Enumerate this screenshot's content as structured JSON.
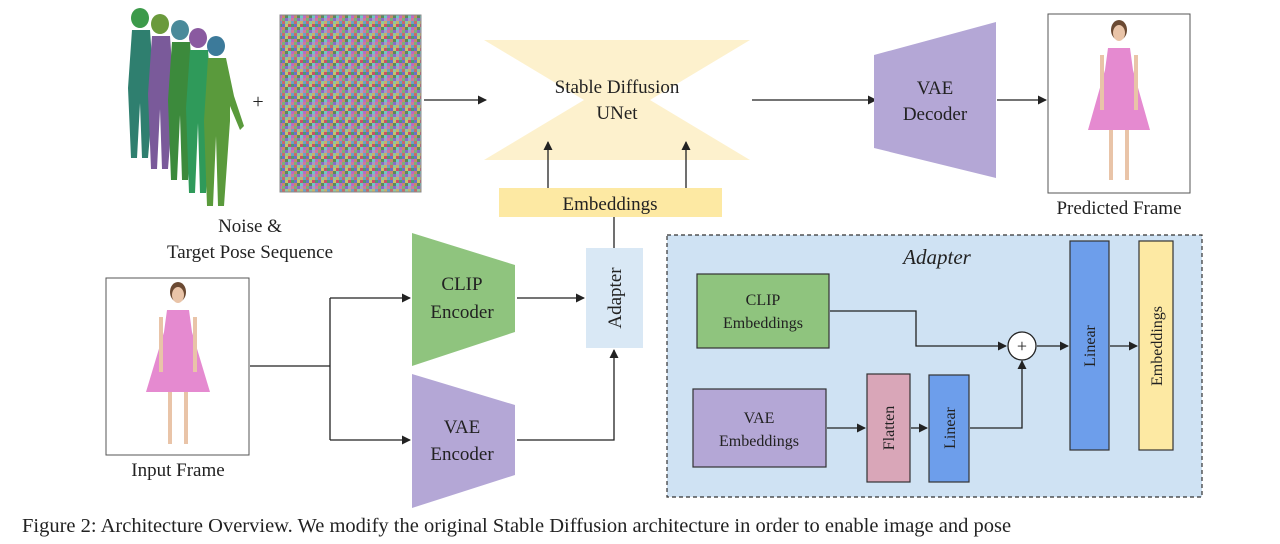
{
  "diagram": {
    "unet_label_line1": "Stable Diffusion",
    "unet_label_line2": "UNet",
    "vae_decoder_line1": "VAE",
    "vae_decoder_line2": "Decoder",
    "embeddings_bar_label": "Embeddings",
    "predicted_frame_label": "Predicted Frame",
    "noise_label_line1": "Noise &",
    "noise_label_line2": "Target Pose Sequence",
    "plus_sign": "+",
    "input_frame_label": "Input Frame",
    "clip_encoder_line1": "CLIP",
    "clip_encoder_line2": "Encoder",
    "vae_encoder_line1": "VAE",
    "vae_encoder_line2": "Encoder",
    "adapter_label": "Adapter",
    "adapter_panel": {
      "title": "Adapter",
      "clip_emb_line1": "CLIP",
      "clip_emb_line2": "Embeddings",
      "vae_emb_line1": "VAE",
      "vae_emb_line2": "Embeddings",
      "flatten_label": "Flatten",
      "linear_small_label": "Linear",
      "linear_big_label": "Linear",
      "embeddings_out_label": "Embeddings",
      "sum_symbol": "+"
    },
    "colors": {
      "unet": "#fdf1cd",
      "vae": "#b4a7d6",
      "embeddings": "#fde9a3",
      "clip": "#8fc47e",
      "adapter_box": "#d9e8f5",
      "panel": "#cfe2f3",
      "flatten": "#d9a6b8",
      "linear": "#6d9eeb",
      "emb_out": "#fde9a3"
    }
  },
  "caption": {
    "text": "Figure 2: Architecture Overview. We modify the original Stable Diffusion architecture in order to enable image and pose"
  }
}
